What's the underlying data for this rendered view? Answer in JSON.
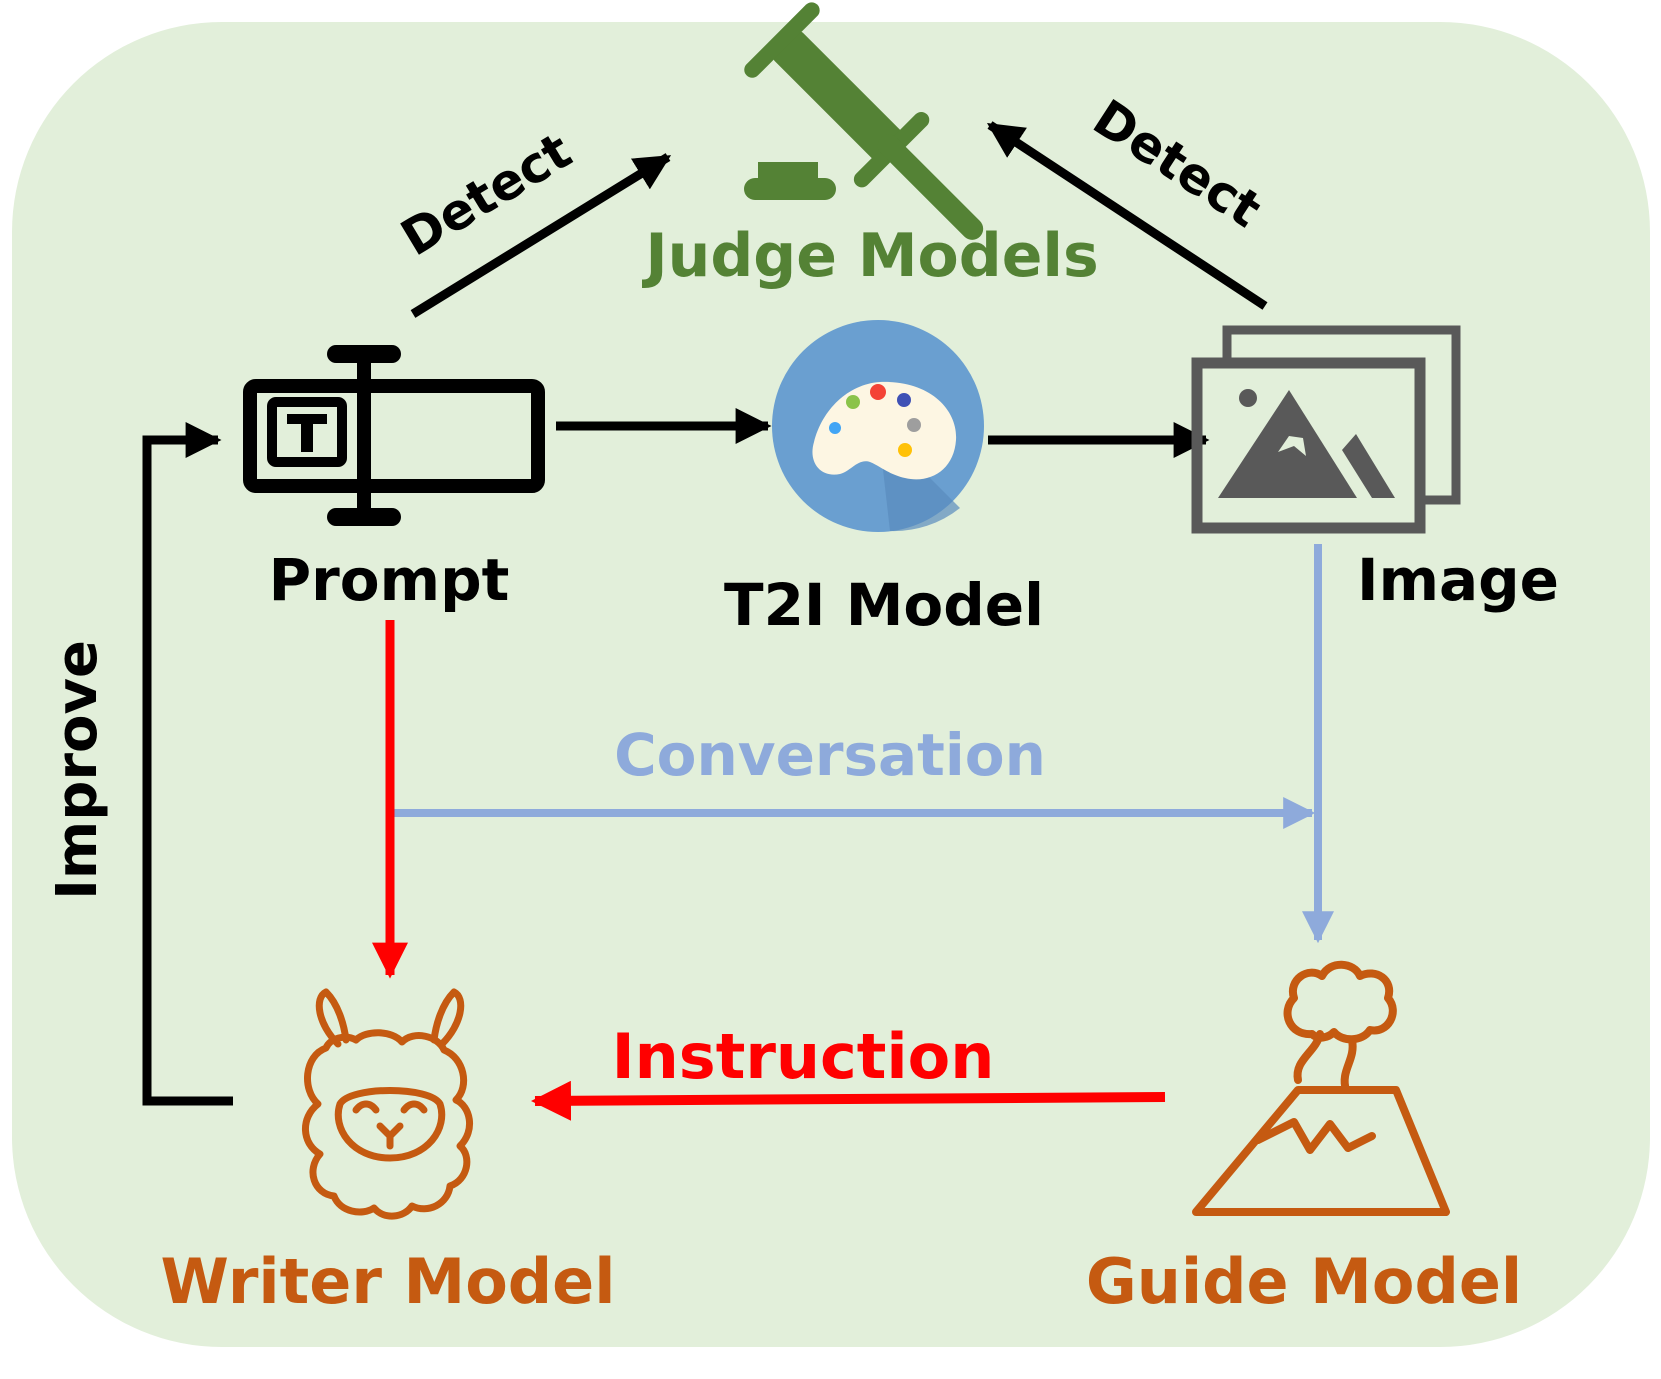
{
  "labels": {
    "judge": "Judge Models",
    "detect_left": "Detect",
    "detect_right": "Detect",
    "prompt": "Prompt",
    "t2i": "T2I Model",
    "image": "Image",
    "conversation": "Conversation",
    "improve": "Improve",
    "instruction": "Instruction",
    "writer": "Writer Model",
    "guide": "Guide Model"
  },
  "colors": {
    "panel_bg": "#e2efda",
    "judge_green": "#548235",
    "black": "#000000",
    "red": "#ff0000",
    "conversation_blue": "#8eaadb",
    "orange": "#c55a11",
    "palette_circle": "#6a9fd0",
    "image_gray": "#595959"
  },
  "icons": {
    "judge": "gavel-icon",
    "prompt": "text-cursor-icon",
    "t2i": "palette-icon",
    "image": "image-gallery-icon",
    "writer": "llama-icon",
    "guide": "volcano-icon"
  }
}
